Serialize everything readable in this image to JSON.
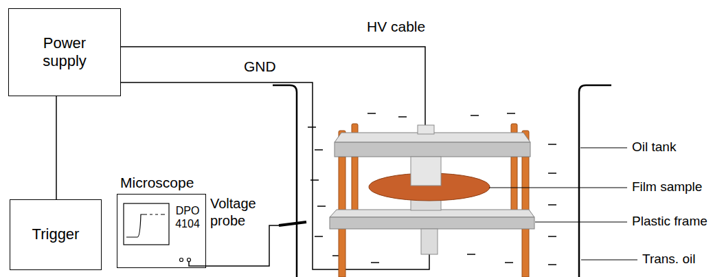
{
  "diagram": {
    "nodes": [
      {
        "text": [
          "Power supply"
        ]
      },
      {
        "text": [
          "Trigger"
        ]
      },
      {
        "text": [
          "Microscope",
          "DPO 4104"
        ]
      }
    ],
    "edges": [
      {
        "from": 0,
        "to": 1,
        "arrow": "none"
      }
    ],
    "labels": [
      "HV cable",
      "GND",
      "Voltage probe",
      "Oil tank",
      "Film sample",
      "Plastic frame",
      "Trans. oil"
    ]
  }
}
